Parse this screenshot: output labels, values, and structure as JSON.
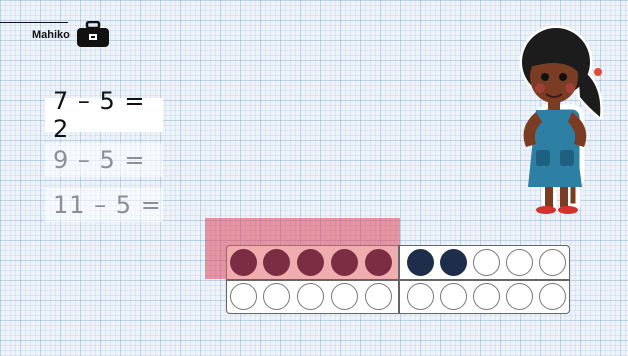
{
  "brand": {
    "name": "Mahiko",
    "icon": "toolbox-icon"
  },
  "equations": [
    {
      "text": "7 – 5 = 2",
      "state": "solved"
    },
    {
      "text": "9 – 5 =",
      "state": "pending"
    },
    {
      "text": "11 – 5 =",
      "state": "pending"
    }
  ],
  "ten_frame": {
    "top_row": [
      "red",
      "red",
      "red",
      "red",
      "red",
      "navy",
      "navy",
      "empty",
      "empty",
      "empty"
    ],
    "bottom_row": [
      "empty",
      "empty",
      "empty",
      "empty",
      "empty",
      "empty",
      "empty",
      "empty",
      "empty",
      "empty"
    ],
    "highlighted_count": 5
  },
  "colors": {
    "red_counter": "#7a2d43",
    "navy_counter": "#1e2d4a",
    "highlight": "#e06a78"
  },
  "character": {
    "icon": "girl-illustration"
  }
}
